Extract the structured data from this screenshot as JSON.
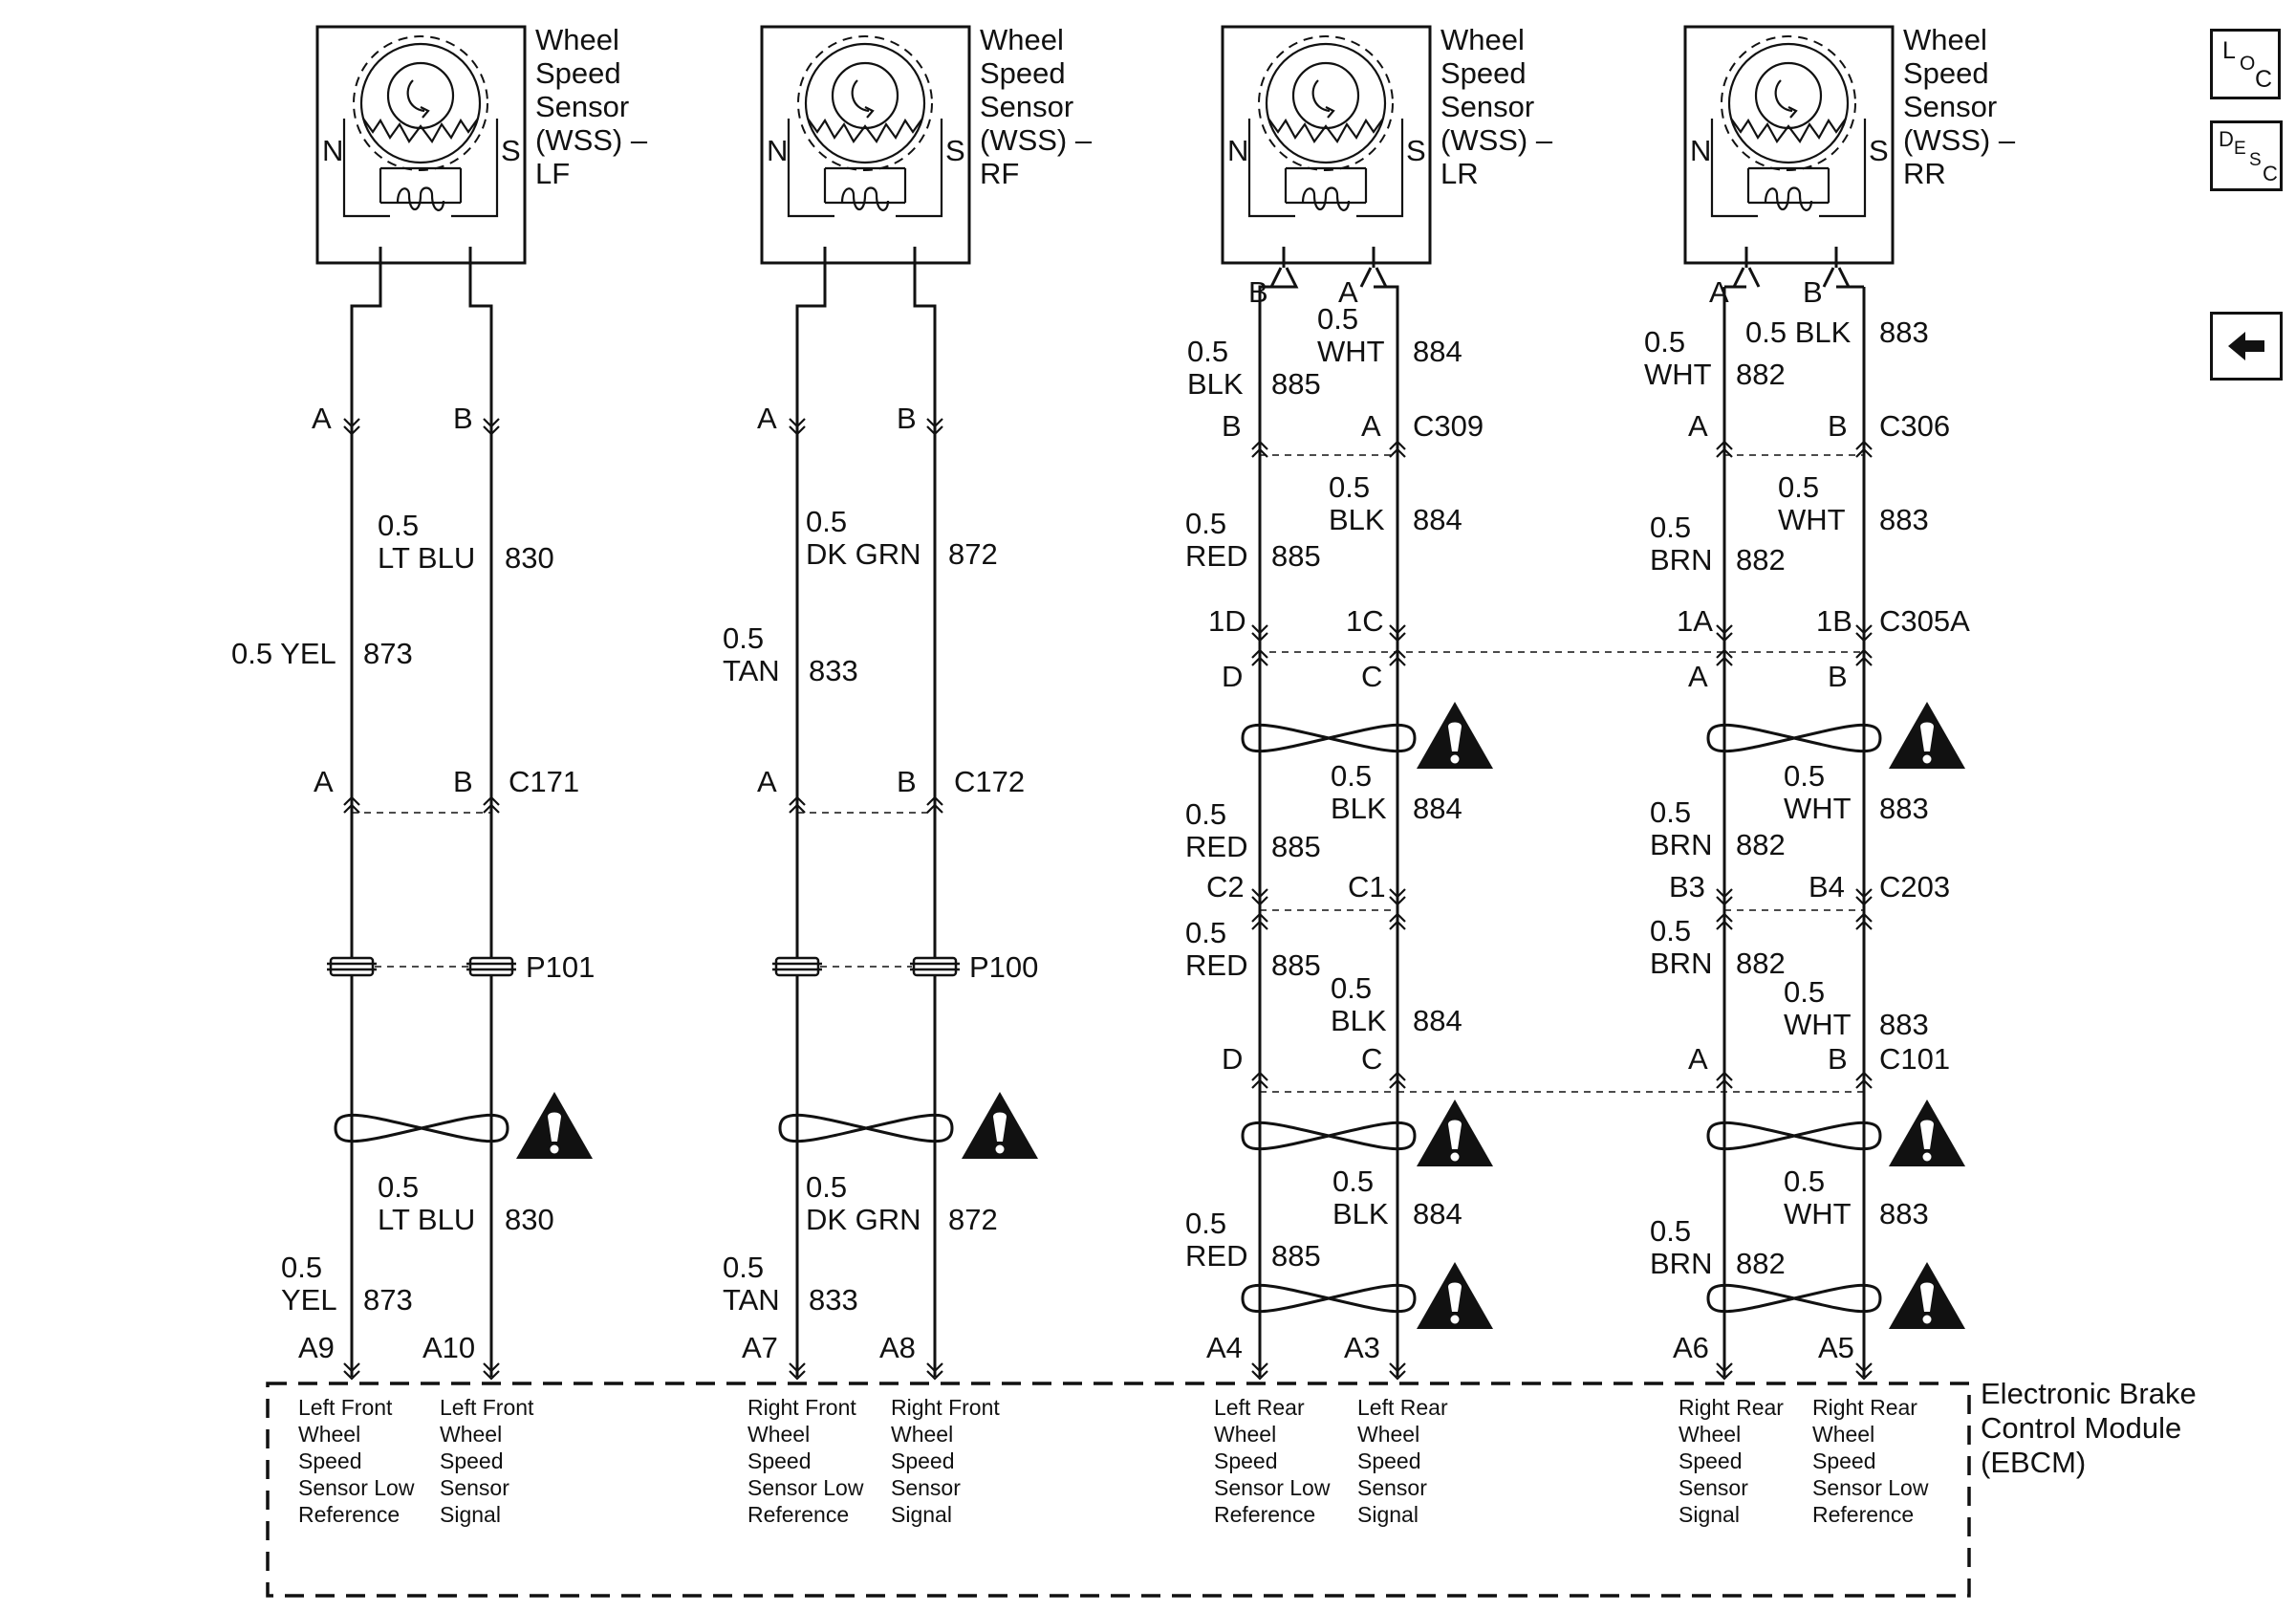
{
  "sensors": [
    {
      "title": [
        "Wheel",
        "Speed",
        "Sensor",
        "(WSS) –",
        "LF"
      ],
      "n_label": "N",
      "s_label": "S"
    },
    {
      "title": [
        "Wheel",
        "Speed",
        "Sensor",
        "(WSS) –",
        "RF"
      ],
      "n_label": "N",
      "s_label": "S"
    },
    {
      "title": [
        "Wheel",
        "Speed",
        "Sensor",
        "(WSS) –",
        "LR"
      ],
      "n_label": "N",
      "s_label": "S",
      "pins": [
        "B",
        "A"
      ]
    },
    {
      "title": [
        "Wheel",
        "Speed",
        "Sensor",
        "(WSS) –",
        "RR"
      ],
      "n_label": "N",
      "s_label": "S",
      "pins": [
        "A",
        "B"
      ]
    }
  ],
  "front": {
    "lf": {
      "sensor_pins": [
        "A",
        "B"
      ],
      "wire_top_right": [
        "0.5",
        "LT BLU",
        "830"
      ],
      "wire_top_left": [
        "0.5 YEL",
        "873"
      ],
      "connector": {
        "left": "A",
        "right": "B",
        "name": "C171"
      },
      "splice": "P101",
      "wire_bot_right": [
        "0.5",
        "LT BLU",
        "830"
      ],
      "wire_bot_left": [
        "0.5",
        "YEL",
        "873"
      ],
      "pins": [
        "A9",
        "A10"
      ]
    },
    "rf": {
      "sensor_pins": [
        "A",
        "B"
      ],
      "wire_top_right": [
        "0.5",
        "DK GRN",
        "872"
      ],
      "wire_top_left": [
        "0.5",
        "TAN",
        "833"
      ],
      "connector": {
        "left": "A",
        "right": "B",
        "name": "C172"
      },
      "splice": "P100",
      "wire_bot_right": [
        "0.5",
        "DK GRN",
        "872"
      ],
      "wire_bot_left": [
        "0.5",
        "TAN",
        "833"
      ],
      "pins": [
        "A7",
        "A8"
      ]
    }
  },
  "rear": {
    "lr": {
      "w1_right": [
        "0.5",
        "WHT",
        "884"
      ],
      "w1_left": [
        "0.5",
        "BLK",
        "885"
      ],
      "c309": {
        "left": "B",
        "right": "A",
        "name": "C309"
      },
      "w2_right": [
        "0.5",
        "BLK",
        "884"
      ],
      "w2_left": [
        "0.5",
        "RED",
        "885"
      ],
      "c305a": {
        "left": "1D",
        "right": "1C",
        "name": "C305A",
        "left_b": "D",
        "right_b": "C"
      },
      "w3_right": [
        "0.5",
        "BLK",
        "884"
      ],
      "w3_left": [
        "0.5",
        "RED",
        "885"
      ],
      "c203": {
        "left": "C2",
        "right": "C1",
        "name": "C203"
      },
      "w4_left": [
        "0.5",
        "RED",
        "885"
      ],
      "w4_right": [
        "0.5",
        "BLK",
        "884"
      ],
      "c101": {
        "left": "D",
        "right": "C",
        "name": "C101"
      },
      "w5_right": [
        "0.5",
        "BLK",
        "884"
      ],
      "w5_left": [
        "0.5",
        "RED",
        "885"
      ],
      "pins": [
        "A4",
        "A3"
      ]
    },
    "rr": {
      "w1_right": [
        "0.5 BLK",
        "883"
      ],
      "w1_left": [
        "0.5",
        "WHT",
        "882"
      ],
      "c306": {
        "left": "A",
        "right": "B",
        "name": "C306"
      },
      "w2_right": [
        "0.5",
        "WHT",
        "883"
      ],
      "w2_left": [
        "0.5",
        "BRN",
        "882"
      ],
      "c305a": {
        "left": "1A",
        "right": "1B",
        "left_b": "A",
        "right_b": "B"
      },
      "w3_right": [
        "0.5",
        "WHT",
        "883"
      ],
      "w3_left": [
        "0.5",
        "BRN",
        "882"
      ],
      "c203": {
        "left": "B3",
        "right": "B4"
      },
      "w4_left": [
        "0.5",
        "BRN",
        "882"
      ],
      "w4_right": [
        "0.5",
        "WHT",
        "883"
      ],
      "c101": {
        "left": "A",
        "right": "B"
      },
      "w5_right": [
        "0.5",
        "WHT",
        "883"
      ],
      "w5_left": [
        "0.5",
        "BRN",
        "882"
      ],
      "pins": [
        "A6",
        "A5"
      ]
    }
  },
  "ebcm": {
    "title": [
      "Electronic Brake",
      "Control Module",
      "(EBCM)"
    ],
    "pins": [
      [
        "Left Front",
        "Wheel",
        "Speed",
        "Sensor Low",
        "Reference"
      ],
      [
        "Left Front",
        "Wheel",
        "Speed",
        "Sensor",
        "Signal"
      ],
      [
        "Right Front",
        "Wheel",
        "Speed",
        "Sensor Low",
        "Reference"
      ],
      [
        "Right Front",
        "Wheel",
        "Speed",
        "Sensor",
        "Signal"
      ],
      [
        "Left Rear",
        "Wheel",
        "Speed",
        "Sensor Low",
        "Reference"
      ],
      [
        "Left Rear",
        "Wheel",
        "Speed",
        "Sensor",
        "Signal"
      ],
      [
        "Right Rear",
        "Wheel",
        "Speed",
        "Sensor",
        "Signal"
      ],
      [
        "Right Rear",
        "Wheel",
        "Speed",
        "Sensor Low",
        "Reference"
      ]
    ]
  },
  "nav": {
    "loc": [
      "L",
      "O",
      "C"
    ],
    "desc": [
      "D",
      "E",
      "S",
      "C"
    ],
    "back": "back-arrow-icon"
  }
}
